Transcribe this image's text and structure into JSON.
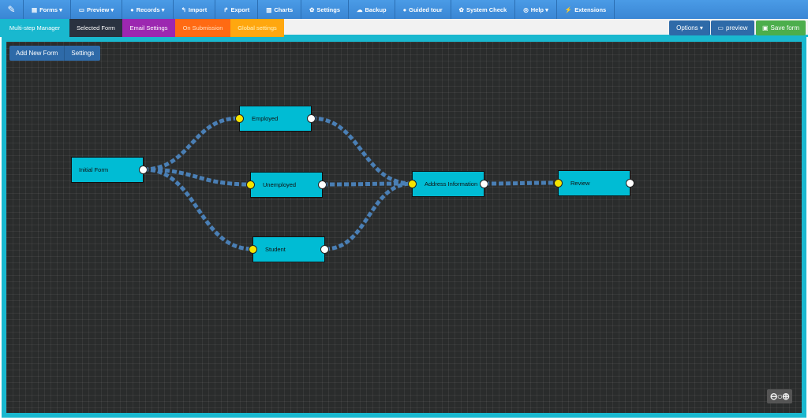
{
  "nav": {
    "items": [
      {
        "icon": "file-icon",
        "label": "Forms ▾"
      },
      {
        "icon": "monitor-icon",
        "label": "Preview ▾"
      },
      {
        "icon": "question-icon",
        "label": "Records ▾"
      },
      {
        "icon": "import-icon",
        "label": "Import"
      },
      {
        "icon": "export-icon",
        "label": "Export"
      },
      {
        "icon": "chart-icon",
        "label": "Charts"
      },
      {
        "icon": "gear-icon",
        "label": "Settings"
      },
      {
        "icon": "cloud-icon",
        "label": "Backup"
      },
      {
        "icon": "question-icon",
        "label": "Guided tour"
      },
      {
        "icon": "gear-icon",
        "label": "System Check"
      },
      {
        "icon": "lifebuoy-icon",
        "label": "Help ▾"
      },
      {
        "icon": "plug-icon",
        "label": "Extensions"
      }
    ]
  },
  "tabs": [
    {
      "label": "Multi-step Manager",
      "bg": "#19b8cf",
      "fg": "#ffffff"
    },
    {
      "label": "Selected Form",
      "bg": "#2a3240",
      "fg": "#ffffff"
    },
    {
      "label": "Email Settings",
      "bg": "#9c27b0",
      "fg": "#ffffff"
    },
    {
      "label": "On Submission",
      "bg": "#ff6a13",
      "fg": "#ffe0c0"
    },
    {
      "label": "Global settings",
      "bg": "#ffa70f",
      "fg": "#fff3c0"
    }
  ],
  "actions": {
    "options": "Options ▾",
    "preview": "preview",
    "save": "Save form"
  },
  "canvas": {
    "add_new_form": "Add New Form",
    "settings": "Settings",
    "nodes": [
      {
        "id": "initial",
        "label": "Initial Form"
      },
      {
        "id": "employed",
        "label": "Employed"
      },
      {
        "id": "unemployed",
        "label": "Unemployed"
      },
      {
        "id": "student",
        "label": "Student"
      },
      {
        "id": "address",
        "label": "Address Information"
      },
      {
        "id": "review",
        "label": "Review"
      }
    ],
    "connections": [
      [
        "initial",
        "employed"
      ],
      [
        "initial",
        "unemployed"
      ],
      [
        "initial",
        "student"
      ],
      [
        "employed",
        "address"
      ],
      [
        "unemployed",
        "address"
      ],
      [
        "student",
        "address"
      ],
      [
        "address",
        "review"
      ]
    ],
    "zoom_controls": [
      "zoom-out",
      "zoom-reset",
      "zoom-in"
    ]
  }
}
